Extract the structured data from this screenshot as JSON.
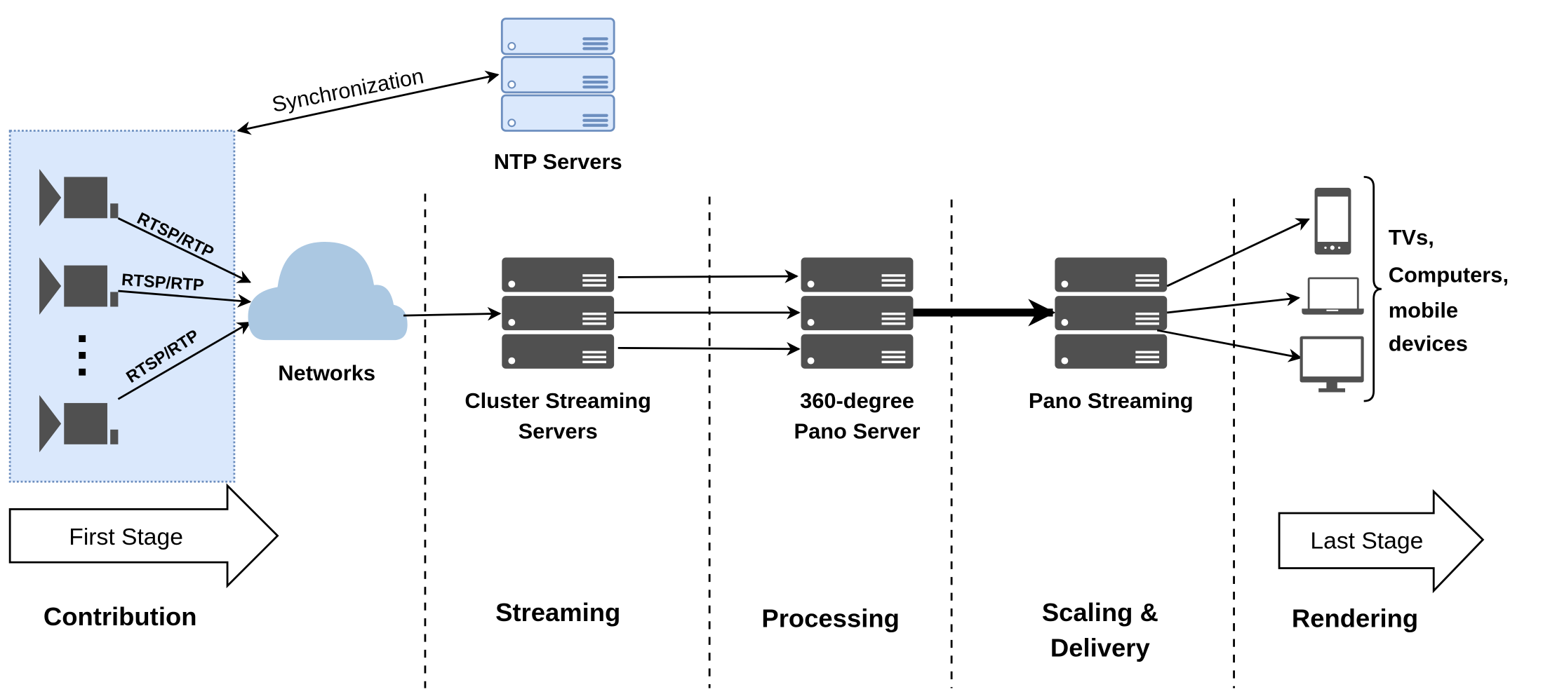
{
  "title": "360-degree video streaming pipeline",
  "colors": {
    "contribution_box_fill": "#dae8fc",
    "contribution_box_stroke": "#6c8ebf",
    "ntp_fill": "#dae8fc",
    "ntp_stroke": "#6c8ebf",
    "server_dark": "#505050",
    "cloud": "#abc8e2"
  },
  "labels": {
    "synchronization": "Synchronization",
    "ntp_servers": "NTP Servers",
    "rtsp_1": "RTSP/RTP",
    "rtsp_2": "RTSP/RTP",
    "rtsp_3": "RTSP/RTP",
    "networks": "Networks",
    "cluster_line1": "Cluster Streaming",
    "cluster_line2": "Servers",
    "pano_server_line1": "360-degree",
    "pano_server_line2": "Pano Server",
    "pano_streaming": "Pano Streaming",
    "devices_line1": "TVs,",
    "devices_line2": "Computers,",
    "devices_line3": "mobile",
    "devices_line4": "devices"
  },
  "stage_arrows": {
    "first": "First Stage",
    "last": "Last Stage"
  },
  "stages": [
    {
      "line1": "Contribution",
      "line2": ""
    },
    {
      "line1": "Streaming",
      "line2": ""
    },
    {
      "line1": "Processing",
      "line2": ""
    },
    {
      "line1": "Scaling &",
      "line2": "Delivery"
    },
    {
      "line1": "Rendering",
      "line2": ""
    }
  ],
  "icons": {
    "camera": "video-camera-icon",
    "cloud": "cloud-icon",
    "server": "server-rack-icon",
    "phone": "smartphone-icon",
    "laptop": "laptop-icon",
    "monitor": "monitor-icon"
  }
}
